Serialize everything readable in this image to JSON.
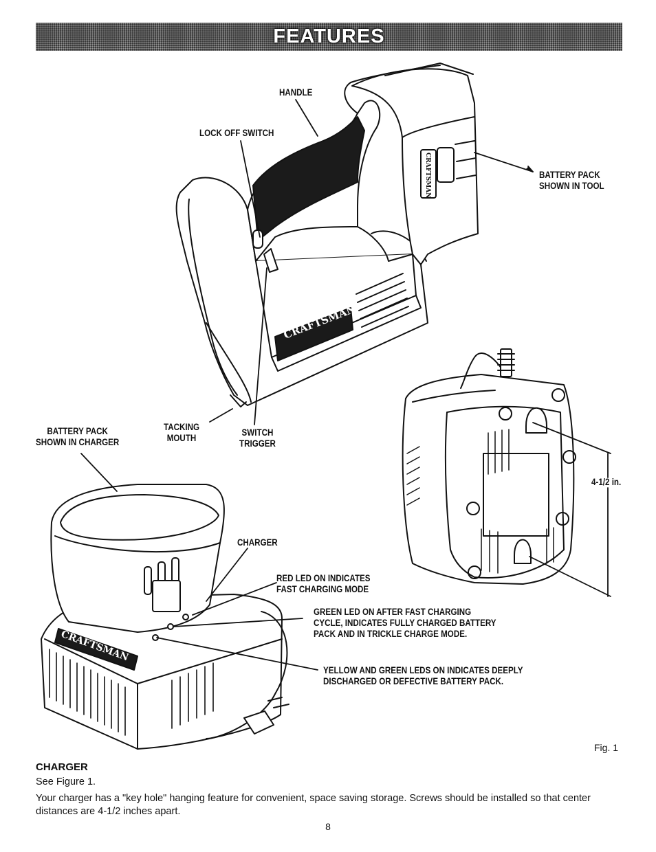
{
  "header": {
    "title": "FEATURES"
  },
  "figure": {
    "labels": {
      "handle": "HANDLE",
      "lock_off_switch": "LOCK OFF SWITCH",
      "battery_pack_tool": [
        "BATTERY PACK",
        "SHOWN IN TOOL"
      ],
      "battery_pack_charger": [
        "BATTERY PACK",
        "SHOWN IN CHARGER"
      ],
      "tacking_mouth": [
        "TACKING",
        "MOUTH"
      ],
      "switch_trigger": [
        "SWITCH",
        "TRIGGER"
      ],
      "dimension": "4-1/2 in.",
      "charger": "CHARGER",
      "red_led": [
        "RED LED ON INDICATES",
        "FAST CHARGING MODE"
      ],
      "green_led": [
        "GREEN LED ON AFTER FAST CHARGING",
        "CYCLE, INDICATES FULLY CHARGED BATTERY",
        "PACK AND IN TRICKLE CHARGE MODE."
      ],
      "yellow_green_led": [
        "YELLOW AND GREEN LEDS ON INDICATES DEEPLY",
        "DISCHARGED OR DEFECTIVE BATTERY PACK."
      ],
      "brand_tool": "CRAFTSMAN",
      "brand_charger": "CRAFTSMAN",
      "brand_battery": "CRAFTSMAN"
    },
    "caption": "Fig. 1"
  },
  "section": {
    "heading": "CHARGER",
    "see": "See Figure 1.",
    "body": "Your charger has a \"key hole\" hanging feature for convenient, space saving storage. Screws should be installed so that center distances are 4-1/2 inches apart."
  },
  "page_number": "8"
}
